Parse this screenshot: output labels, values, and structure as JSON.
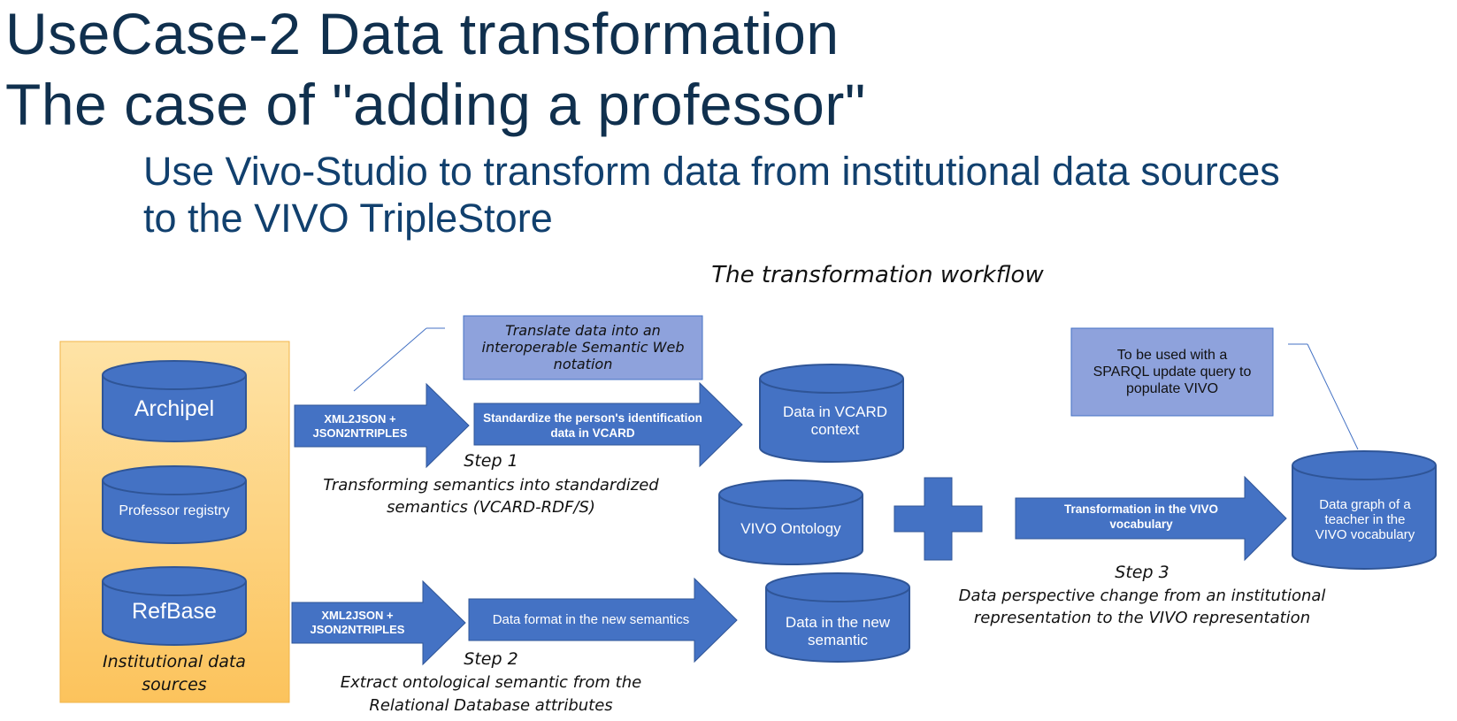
{
  "header": {
    "title_line1": "UseCase-2 Data transformation",
    "title_line2": "The case of \"adding a professor\"",
    "subtitle_line1": "Use Vivo-Studio to transform data from institutional data sources",
    "subtitle_line2": "to the VIVO TripleStore"
  },
  "diagram": {
    "workflow_title": "The transformation workflow",
    "sources": {
      "db1": "Archipel",
      "db2": "Professor registry",
      "db3": "RefBase",
      "caption_line1": "Institutional data",
      "caption_line2": "sources"
    },
    "callout1": {
      "line1": "Translate data into an",
      "line2": "interoperable Semantic Web",
      "line3": "notation"
    },
    "callout2": {
      "line1": "To be used with a",
      "line2": "SPARQL update query to",
      "line3": "populate VIVO"
    },
    "step1": {
      "tool_line1": "XML2JSON +",
      "tool_line2": "JSON2NTRIPLES",
      "action_line1": "Standardize the person's identification",
      "action_line2": "data in VCARD",
      "target_line1": "Data in VCARD",
      "target_line2": "context",
      "label": "Step 1",
      "desc_line1": "Transforming semantics into standardized",
      "desc_line2": "semantics (VCARD-RDF/S)"
    },
    "step2": {
      "tool_line1": "XML2JSON +",
      "tool_line2": "JSON2NTRIPLES",
      "action": "Data format in the new semantics",
      "target_line1": "Data in the new",
      "target_line2": "semantic",
      "label": "Step 2",
      "desc_line1": "Extract ontological semantic from the",
      "desc_line2": "Relational Database attributes"
    },
    "ontology": "VIVO Ontology",
    "step3": {
      "action_line1": "Transformation in the VIVO",
      "action_line2": "vocabulary",
      "target_line1": "Data graph of a",
      "target_line2": "teacher in the",
      "target_line3": "VIVO vocabulary",
      "label": "Step 3",
      "desc_line1": "Data perspective change from an institutional",
      "desc_line2": "representation to the VIVO representation"
    },
    "colors": {
      "shape_fill": "#4472c4",
      "shape_stroke": "#2f5597",
      "callout_fill": "#8ea2dc",
      "panel_fill": "#fdd27d",
      "title_color": "#10304e",
      "subtitle_color": "#11406e"
    }
  }
}
